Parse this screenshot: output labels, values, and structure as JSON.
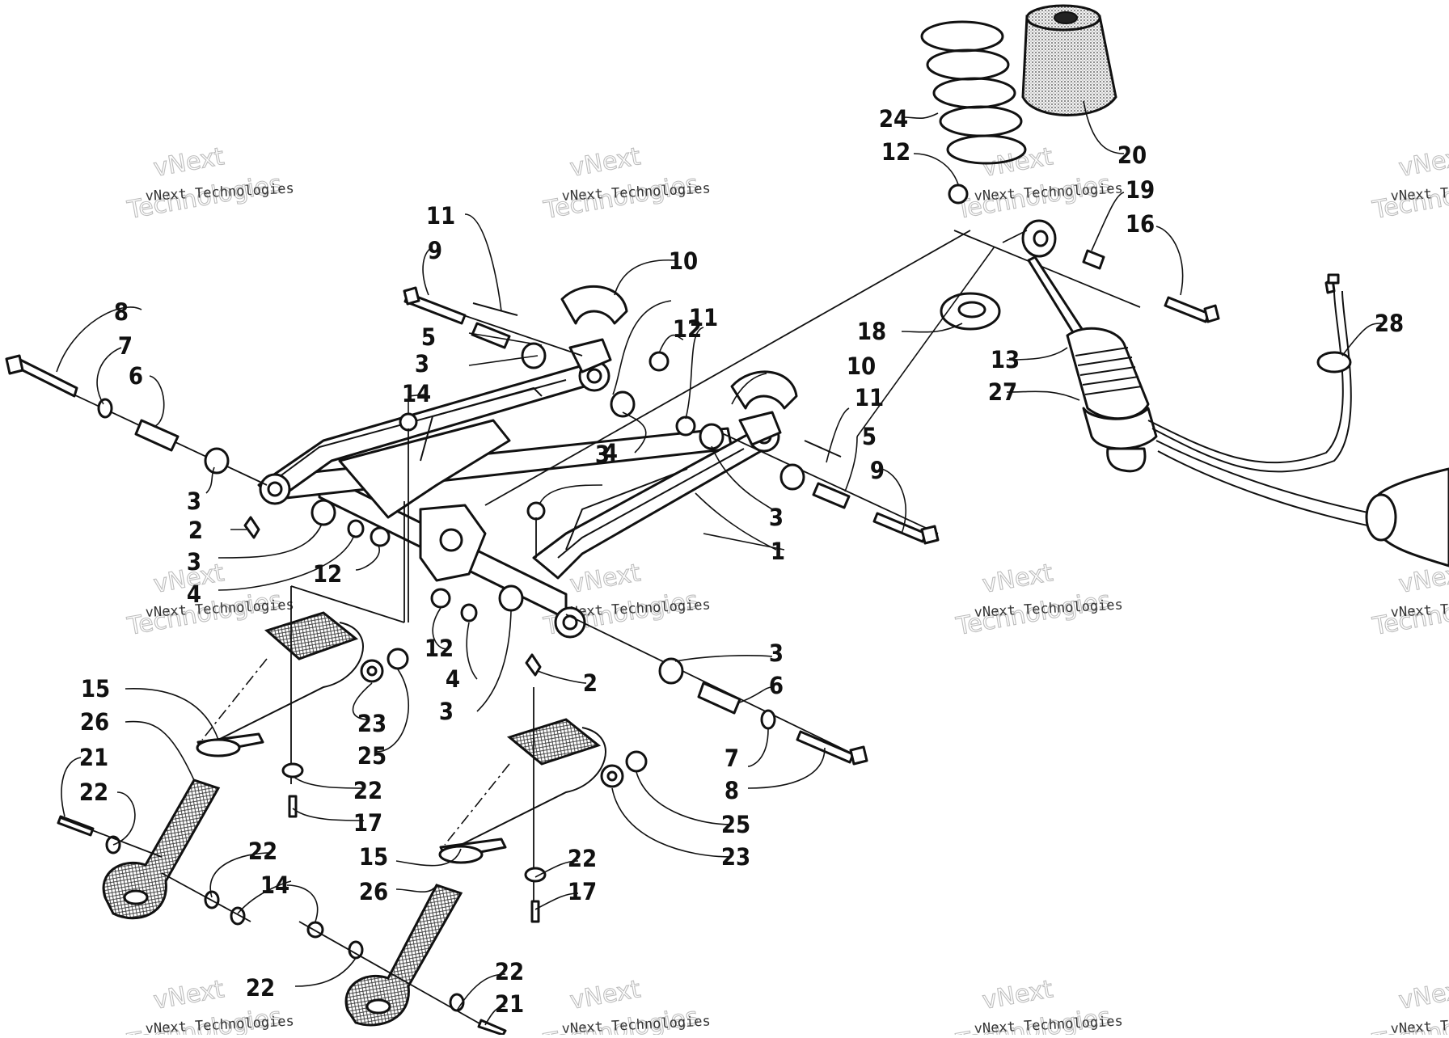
{
  "watermark": {
    "line1": "vNext Technologies",
    "line2": "Technologies",
    "line3": "vNext"
  },
  "callouts": [
    "1",
    "2",
    "3",
    "4",
    "5",
    "6",
    "7",
    "8",
    "9",
    "10",
    "11",
    "12",
    "13",
    "14",
    "15",
    "16",
    "17",
    "18",
    "19",
    "20",
    "21",
    "22",
    "23",
    "24",
    "25",
    "26",
    "27",
    "28"
  ]
}
